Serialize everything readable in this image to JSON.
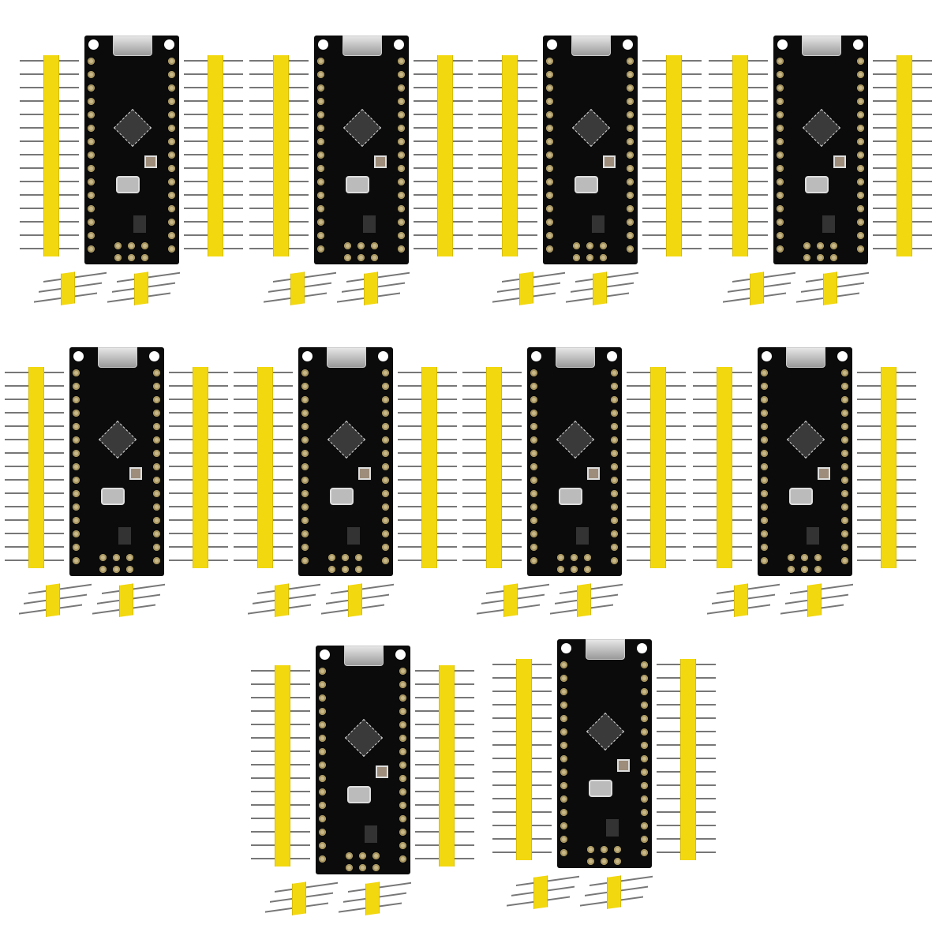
{
  "product_photo": {
    "kit_count": 10,
    "pins_per_side": 15,
    "short_header_pins": 3,
    "colors": {
      "board": "#0b0b0b",
      "header_plastic": "#f2d80f",
      "pin_metal": "#777777",
      "pad_gold": "#c9b98a",
      "background": "#ffffff"
    }
  }
}
